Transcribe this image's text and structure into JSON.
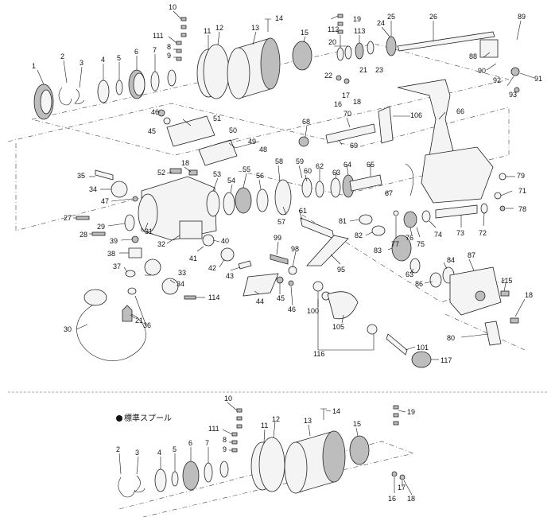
{
  "section_title": "標準スプール",
  "main_parts": {
    "p1": "1",
    "p2": "2",
    "p3": "3",
    "p4": "4",
    "p5": "5",
    "p6": "6",
    "p7": "7",
    "p8": "8",
    "p9": "9",
    "p10": "10",
    "p111": "111",
    "p11": "11",
    "p12": "12",
    "p13": "13",
    "p14": "14",
    "p15": "15",
    "p19": "19",
    "p112": "112",
    "p20": "20",
    "p113": "113",
    "p24": "24",
    "p25": "25",
    "p26": "26",
    "p89": "89",
    "p88": "88",
    "p90": "90",
    "p91": "91",
    "p92": "92",
    "p93": "93",
    "p21": "21",
    "p23": "23",
    "p22": "22",
    "p17": "17",
    "p16": "16",
    "p18": "18",
    "p46": "46",
    "p45": "45",
    "p51": "51",
    "p50": "50",
    "p49": "49",
    "p48": "48",
    "p106": "106",
    "p66": "66",
    "p68": "68",
    "p70": "70",
    "p69": "69",
    "p35": "35",
    "p34": "34",
    "p47": "47",
    "p52": "52",
    "p18b": "18",
    "p53": "53",
    "p55": "55",
    "p56": "56",
    "p54": "54",
    "p58": "58",
    "p59": "59",
    "p60": "60",
    "p62": "62",
    "p63": "63",
    "p64": "64",
    "p65": "65",
    "p67": "67",
    "p79": "79",
    "p71": "71",
    "p78": "78",
    "p27": "27",
    "p29": "29",
    "p31": "31",
    "p28": "28",
    "p39": "39",
    "p38": "38",
    "p32": "32",
    "p40": "40",
    "p41": "41",
    "p42": "42",
    "p43": "43",
    "p57": "57",
    "p61": "61",
    "p81": "81",
    "p82": "82",
    "p77": "77",
    "p76": "76",
    "p75": "75",
    "p74": "74",
    "p73": "73",
    "p72": "72",
    "p83": "83",
    "p99": "99",
    "p98": "98",
    "p95": "95",
    "p63b": "63",
    "p86": "86",
    "p84": "84",
    "p87": "87",
    "p37": "37",
    "p36": "36",
    "p33": "33",
    "p34b": "34",
    "p114": "114",
    "p21b": "21",
    "p44": "44",
    "p45b": "45",
    "p46b": "46",
    "p100": "100",
    "p105": "105",
    "p116": "116",
    "p101": "101",
    "p117": "117",
    "p115": "115",
    "p18c": "18",
    "p80": "80",
    "p30": "30"
  },
  "spool_parts": {
    "p10": "10",
    "p111": "111",
    "p9": "9",
    "p8": "8",
    "p11": "11",
    "p12": "12",
    "p13": "13",
    "p14": "14",
    "p15": "15",
    "p19": "19",
    "p2": "2",
    "p3": "3",
    "p4": "4",
    "p5": "5",
    "p6": "6",
    "p7": "7",
    "p17": "17",
    "p16": "16",
    "p18": "18"
  }
}
